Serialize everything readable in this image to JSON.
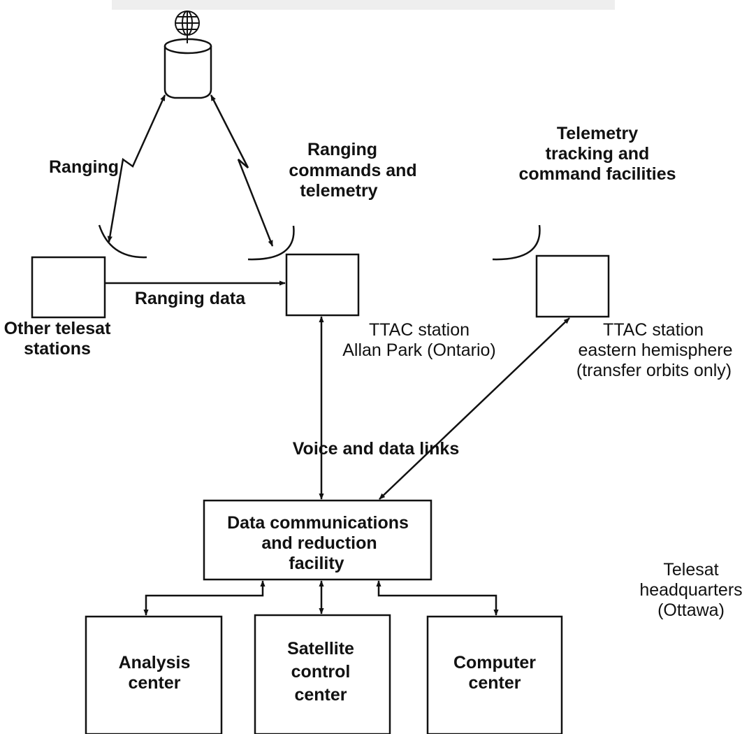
{
  "satellite": {
    "icon": "satellite-icon"
  },
  "labels": {
    "ranging": "Ranging",
    "ranging_cmd_1": "Ranging",
    "ranging_cmd_2": "commands and",
    "ranging_cmd_3": "telemetry",
    "ttc_1": "Telemetry",
    "ttc_2": "tracking and",
    "ttc_3": "command facilities",
    "ranging_data": "Ranging data",
    "other_1": "Other telesat",
    "other_2": "stations",
    "allan_1": "TTAC station",
    "allan_2": "Allan Park (Ontario)",
    "eastern_1": "TTAC station",
    "eastern_2": "eastern hemisphere",
    "eastern_3": "(transfer orbits only)",
    "voice_data": "Voice and data links",
    "hq_1": "Telesat",
    "hq_2": "headquarters",
    "hq_3": "(Ottawa)"
  },
  "boxes": {
    "dcrf_1": "Data communications",
    "dcrf_2": "and reduction",
    "dcrf_3": "facility",
    "analysis_1": "Analysis",
    "analysis_2": "center",
    "satctl_1": "Satellite",
    "satctl_2": "control",
    "satctl_3": "center",
    "computer_1": "Computer",
    "computer_2": "center"
  }
}
